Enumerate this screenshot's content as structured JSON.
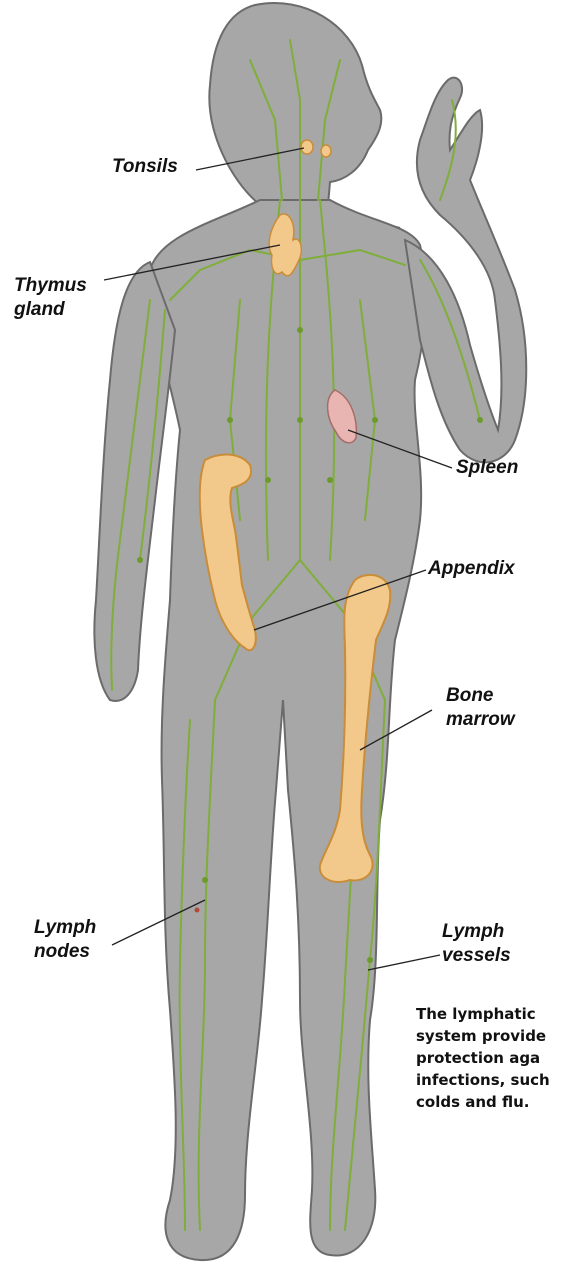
{
  "labels": {
    "tonsils": "Tonsils",
    "thymus_1": "Thymus",
    "thymus_2": "gland",
    "spleen": "Spleen",
    "appendix": "Appendix",
    "bone_marrow_1": "Bone",
    "bone_marrow_2": "marrow",
    "lymph_nodes_1": "Lymph",
    "lymph_nodes_2": "nodes",
    "lymph_vessels_1": "Lymph",
    "lymph_vessels_2": "vessels"
  },
  "caption": "The lymphatic\nsystem provide\nprotection aga\ninfections, such\ncolds and flu.",
  "colors": {
    "body": "#a7a7a7",
    "body_outline": "#6b6b6b",
    "vessels": "#7fae3a",
    "organs": "#f2c98a",
    "organ_outline": "#c98d3a",
    "spleen": "#e9b5b2"
  }
}
